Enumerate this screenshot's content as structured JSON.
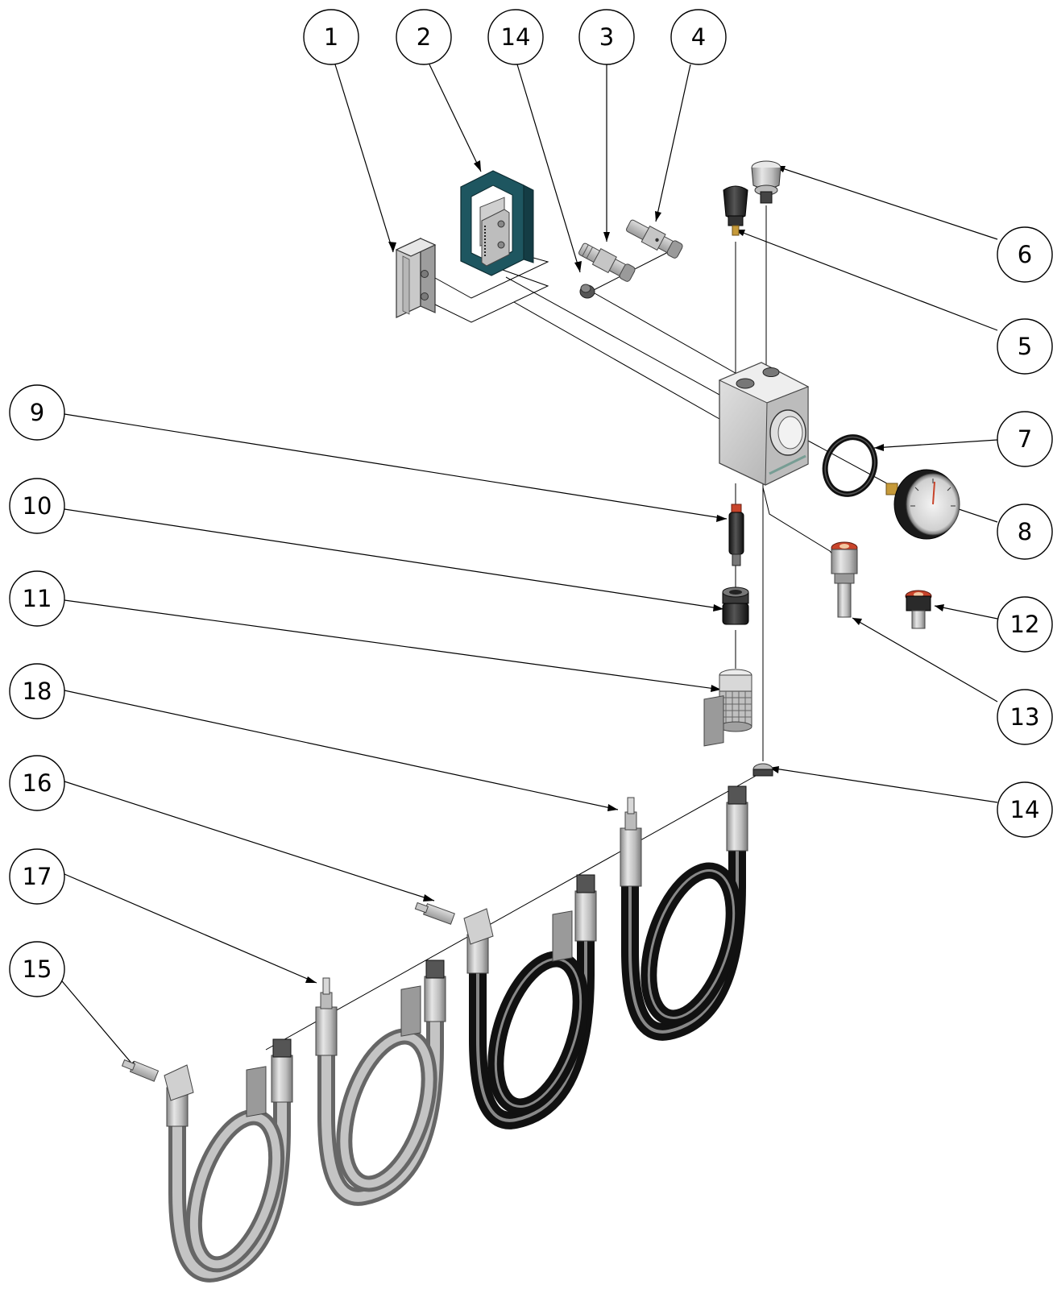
{
  "callouts": [
    "1",
    "2",
    "14",
    "3",
    "4",
    "6",
    "5",
    "7",
    "8",
    "12",
    "13",
    "14",
    "9",
    "10",
    "11",
    "18",
    "16",
    "17",
    "15"
  ],
  "colors": {
    "bracket_teal": "#1e5660",
    "metal_light": "#d9d9d9",
    "metal_mid": "#b3b3b3",
    "metal_dark": "#808080",
    "hose_black": "#1a1a1a",
    "hose_grey": "#9a9a9a",
    "brass": "#c69a3a",
    "red_cap": "#c8442b"
  },
  "icons": [
    "item-1-clamp-plate",
    "item-2-teal-bracket",
    "item-3-coupling",
    "item-4-coupling",
    "item-5-black-knob",
    "item-6-push-button-valve",
    "item-7-o-ring",
    "item-8-pressure-gauge",
    "item-9-check-valve",
    "item-10-adapter-nut",
    "item-11-filter",
    "item-12-red-nipple",
    "item-13-red-nipple-long",
    "item-14-plug",
    "item-15-grey-hose-elbow",
    "item-16-black-hose-elbow",
    "item-17-grey-hose-straight",
    "item-18-black-hose-straight",
    "valve-block-body"
  ]
}
